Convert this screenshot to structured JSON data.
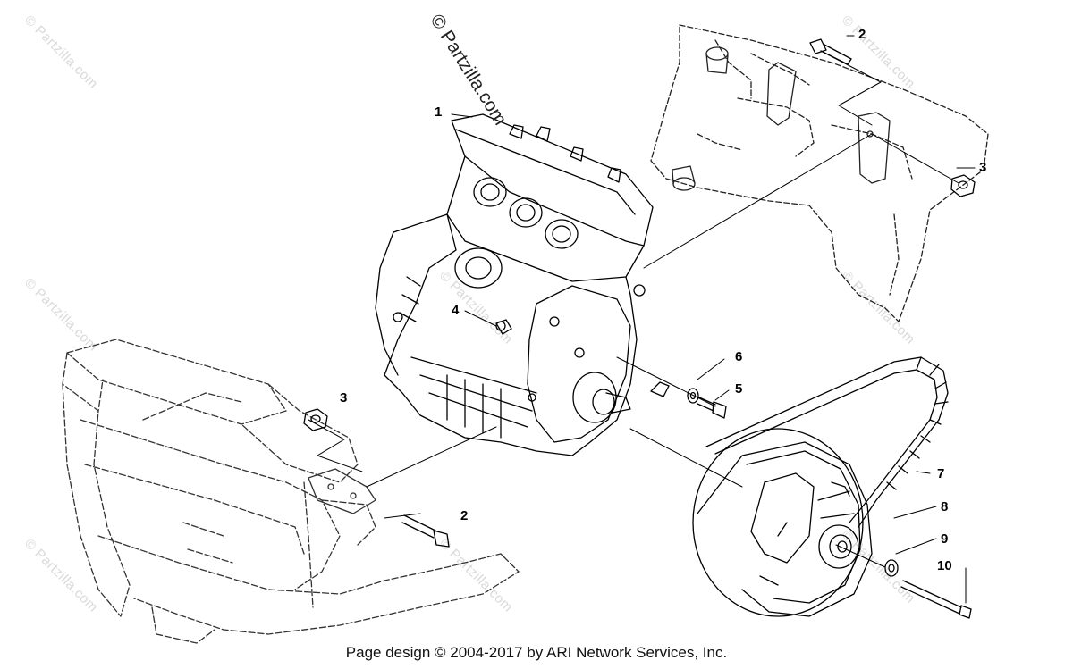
{
  "watermark": {
    "main": "© Partzilla.com",
    "tile": "© Partzilla.com"
  },
  "callouts": {
    "c1": "1",
    "c2a": "2",
    "c3a": "3",
    "c4": "4",
    "c3b": "3",
    "c6": "6",
    "c5": "5",
    "c7": "7",
    "c2b": "2",
    "c8": "8",
    "c9": "9",
    "c10": "10"
  },
  "footer": {
    "text": "Page design © 2004-2017 by ARI Network Services, Inc."
  }
}
